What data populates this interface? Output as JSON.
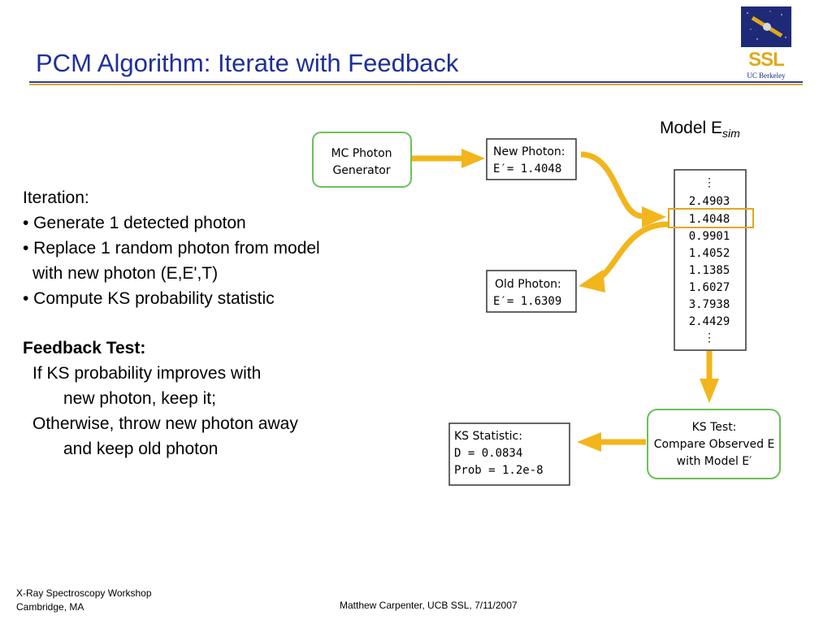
{
  "slide": {
    "title": "PCM Algorithm: Iterate with Feedback"
  },
  "logo": {
    "name": "SSL",
    "subtitle": "UC Berkeley"
  },
  "bullets": {
    "heading": "Iteration:",
    "items": [
      "• Generate 1 detected photon",
      "• Replace 1 random photon from model",
      "with new photon (E,E',T)",
      "• Compute KS probability statistic"
    ]
  },
  "feedback": {
    "heading": "Feedback Test:",
    "lines": [
      "If KS probability improves with",
      "new photon, keep it;",
      "Otherwise, throw new photon away",
      "and keep old photon"
    ]
  },
  "diagram": {
    "generator": [
      "MC Photon",
      "Generator"
    ],
    "new_photon": {
      "label": "New Photon:",
      "value": "E′= 1.4048"
    },
    "old_photon": {
      "label": "Old Photon:",
      "value": "E′= 1.6309"
    },
    "model_label": "Model E",
    "model_sub": "sim",
    "model_values": [
      "⋮",
      "2.4903",
      "1.4048",
      "0.9901",
      "1.4052",
      "1.1385",
      "1.6027",
      "3.7938",
      "2.4429",
      "⋮"
    ],
    "ks_test": [
      "KS Test:",
      "Compare Observed E",
      "with Model E′"
    ],
    "ks_stat": {
      "label": "KS Statistic:",
      "d": "D = 0.0834",
      "prob": "Prob = 1.2e-8"
    },
    "colors": {
      "box_green": "#6cbf5a",
      "arrow_gold": "#f2b51b",
      "highlight": "#e0a91b"
    }
  },
  "footer": {
    "left_line1": "X-Ray Spectroscopy Workshop",
    "left_line2": "Cambridge, MA",
    "center": "Matthew Carpenter, UCB SSL, 7/11/2007"
  }
}
